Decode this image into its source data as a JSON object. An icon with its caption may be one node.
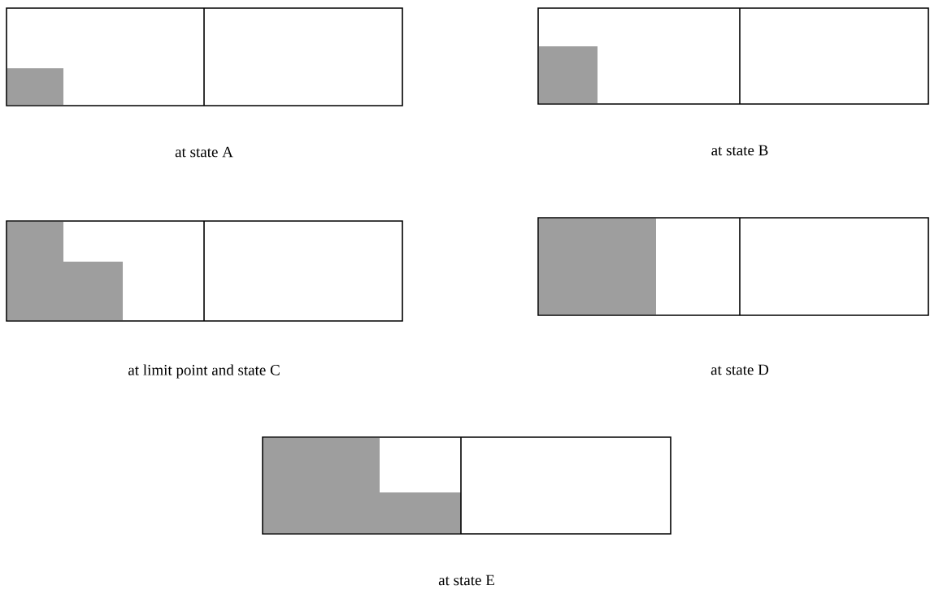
{
  "diagram": {
    "nodes": [
      {
        "text": [],
        "shape": "box",
        "beside": [
          "at state A"
        ]
      },
      {
        "text": [],
        "shape": "box",
        "beside": [
          "at state B"
        ]
      },
      {
        "text": [],
        "shape": "box",
        "beside": [
          "at limit point and state C"
        ]
      },
      {
        "text": [],
        "shape": "box",
        "beside": [
          "at state D"
        ]
      },
      {
        "text": [],
        "shape": "box",
        "beside": [
          "at state E"
        ]
      }
    ]
  }
}
